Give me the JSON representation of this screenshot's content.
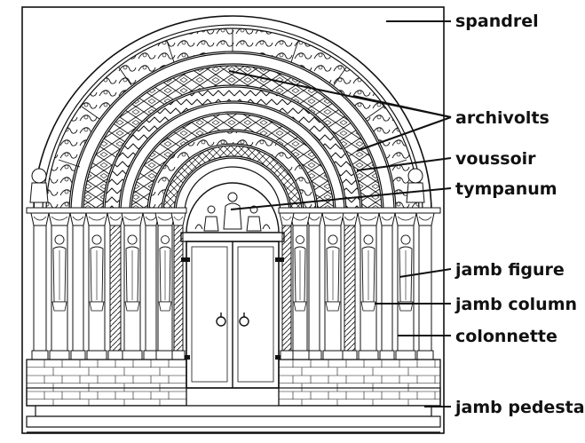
{
  "labels": {
    "spandrel": "spandrel",
    "archivolts": "archivolts",
    "voussoir": "voussoir",
    "tympanum": "tympanum",
    "jamb_figure": "jamb figure",
    "jamb_column": "jamb column",
    "colonnette": "colonnette",
    "jamb_pedestal": "jamb pedestal"
  },
  "colors": {
    "ink": "#111111",
    "background": "#ffffff"
  }
}
